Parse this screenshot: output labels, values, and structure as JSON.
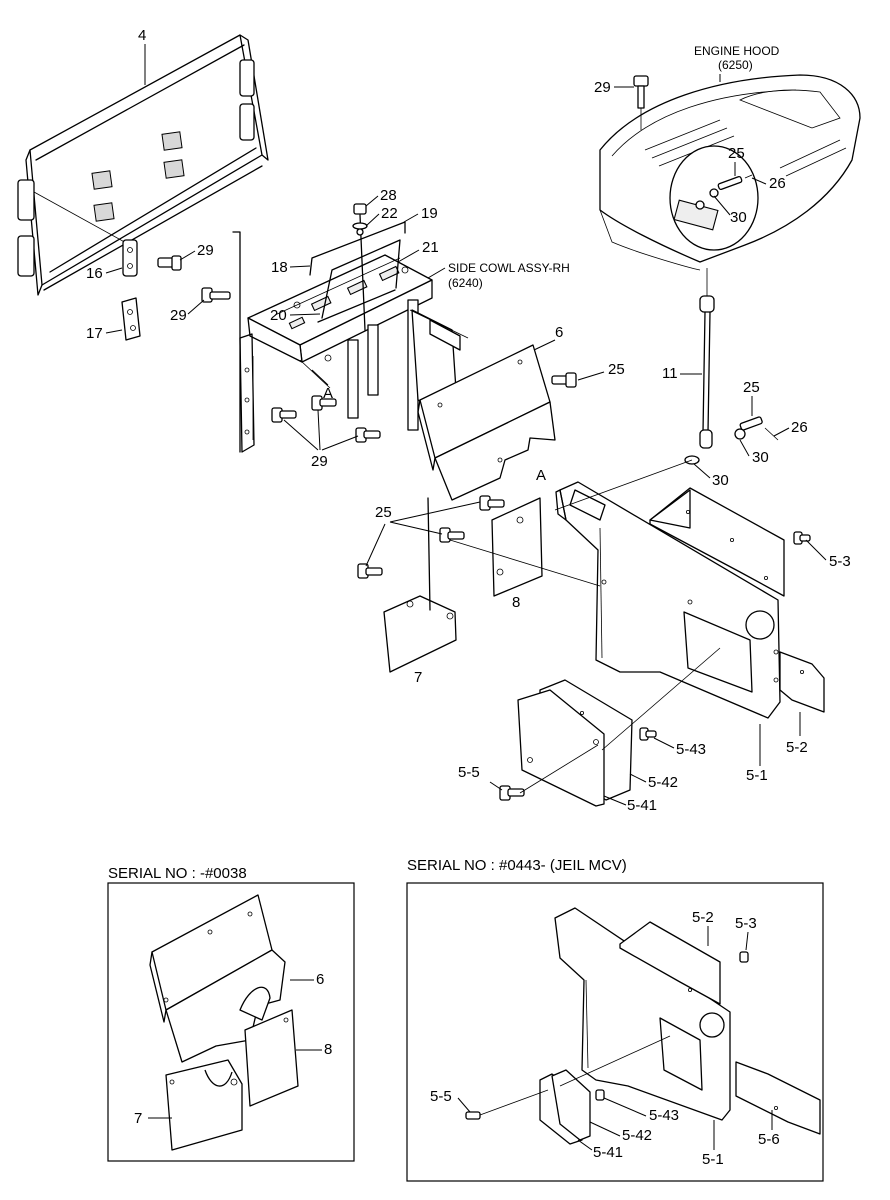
{
  "labels": {
    "p4": "4",
    "p16": "16",
    "p17": "17",
    "p29_a": "29",
    "p29_b": "29",
    "p29_c": "29",
    "p29_d": "29",
    "p28": "28",
    "p22": "22",
    "p19": "19",
    "p18": "18",
    "p21": "21",
    "p20": "20",
    "pA1": "A",
    "pA2": "A",
    "p6": "6",
    "p25_a": "25",
    "p25_b": "25",
    "p25_c": "25",
    "p25_d": "25",
    "p11": "11",
    "p26_a": "26",
    "p26_b": "26",
    "p30_a": "30",
    "p30_b": "30",
    "p30_c": "30",
    "p8": "8",
    "p7": "7",
    "p5_3": "5-3",
    "p5_2": "5-2",
    "p5_1": "5-1",
    "p5_43": "5-43",
    "p5_42": "5-42",
    "p5_41": "5-41",
    "p5_5": "5-5",
    "i6": "6",
    "i8": "8",
    "i7": "7",
    "j5_2": "5-2",
    "j5_3": "5-3",
    "j5_5": "5-5",
    "j5_43": "5-43",
    "j5_42": "5-42",
    "j5_41": "5-41",
    "j5_1": "5-1",
    "j5_6": "5-6"
  },
  "engine_hood": {
    "name": "ENGINE HOOD",
    "code": "(6250)"
  },
  "side_cowl": {
    "name": "SIDE COWL ASSY-RH",
    "code": "(6240)"
  },
  "inset_left": {
    "title": "SERIAL NO : -#0038"
  },
  "inset_right": {
    "title": "SERIAL NO : #0443- (JEIL MCV)"
  }
}
